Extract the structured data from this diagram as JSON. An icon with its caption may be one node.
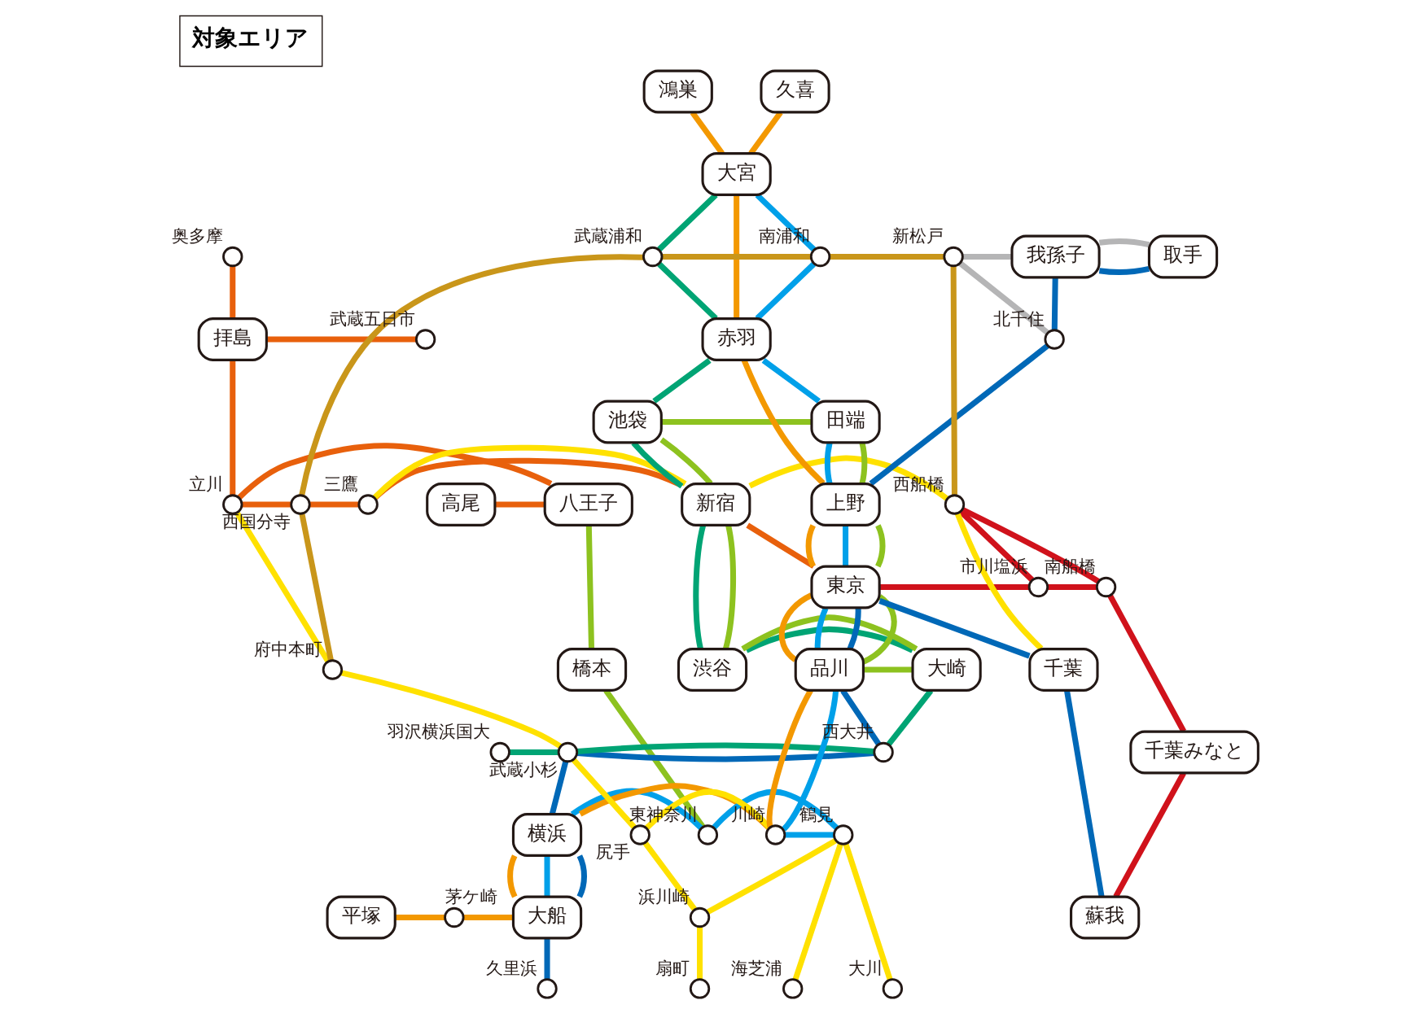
{
  "diagram": {
    "title": "対象エリア",
    "nodes": [
      {
        "text": [
          "鴻巣"
        ]
      },
      {
        "text": [
          "久喜"
        ]
      },
      {
        "text": [
          "大宮"
        ]
      },
      {
        "text": [
          "取手"
        ]
      },
      {
        "text": [],
        "shape": "circle",
        "beside": [
          "武蔵浦和"
        ]
      },
      {
        "text": [],
        "shape": "circle",
        "beside": [
          "南浦和"
        ]
      },
      {
        "text": [
          "我孫子"
        ]
      },
      {
        "text": [],
        "shape": "circle",
        "beside": [
          "奥多摩"
        ]
      },
      {
        "text": [],
        "shape": "circle",
        "beside": [
          "新松戸"
        ]
      },
      {
        "text": [
          "赤羽"
        ]
      },
      {
        "text": [],
        "shape": "circle",
        "beside": [
          "北千住"
        ]
      },
      {
        "text": [
          "拝島"
        ]
      },
      {
        "text": [],
        "shape": "circle",
        "beside": [
          "武蔵五日市"
        ]
      },
      {
        "text": [
          "池袋"
        ]
      },
      {
        "text": [
          "田端"
        ]
      },
      {
        "text": [
          "上野"
        ]
      },
      {
        "text": [],
        "shape": "circle",
        "beside": [
          "西国分寺"
        ]
      },
      {
        "text": [
          "高尾"
        ]
      },
      {
        "text": [
          "八王子"
        ]
      },
      {
        "text": [],
        "shape": "circle",
        "beside": [
          "立川"
        ]
      },
      {
        "text": [
          "新宿"
        ]
      },
      {
        "text": [],
        "shape": "circle",
        "beside": [
          "三鷹"
        ]
      },
      {
        "text": [],
        "shape": "circle",
        "beside": [
          "西船橋"
        ]
      },
      {
        "text": [
          "東京"
        ]
      },
      {
        "text": [],
        "shape": "circle",
        "beside": [
          "市川塩浜"
        ]
      },
      {
        "text": [],
        "shape": "circle",
        "beside": [
          "南船橋"
        ]
      },
      {
        "text": [
          "渋谷"
        ]
      },
      {
        "text": [],
        "shape": "circle",
        "beside": [
          "府中本町"
        ]
      },
      {
        "text": [
          "品川"
        ]
      },
      {
        "text": [
          "橋本"
        ]
      },
      {
        "text": [
          "千葉"
        ]
      },
      {
        "text": [
          "大崎"
        ]
      },
      {
        "text": [],
        "shape": "circle",
        "beside": [
          "羽沢横浜国大"
        ]
      },
      {
        "text": [],
        "shape": "circle",
        "beside": [
          "武蔵小杉"
        ]
      },
      {
        "text": [],
        "shape": "circle",
        "beside": [
          "西大井"
        ]
      },
      {
        "text": [
          "千葉みなと"
        ]
      },
      {
        "text": [],
        "shape": "circle",
        "beside": [
          "尻手"
        ]
      },
      {
        "text": [],
        "shape": "circle",
        "beside": [
          "鶴見"
        ]
      },
      {
        "text": [
          "横浜"
        ]
      },
      {
        "text": [],
        "shape": "circle",
        "beside": [
          "川崎"
        ]
      },
      {
        "text": [],
        "shape": "circle",
        "beside": [
          "東神奈川"
        ]
      },
      {
        "text": [
          "蘇我"
        ]
      },
      {
        "text": [
          "平塚"
        ]
      },
      {
        "text": [
          "大船"
        ]
      },
      {
        "text": [],
        "shape": "circle",
        "beside": [
          "茅ケ崎"
        ]
      },
      {
        "text": [],
        "shape": "circle",
        "beside": [
          "浜川崎"
        ]
      },
      {
        "text": [],
        "shape": "circle",
        "beside": [
          "海芝浦"
        ]
      },
      {
        "text": [],
        "shape": "circle",
        "beside": [
          "大川"
        ]
      },
      {
        "text": [],
        "shape": "circle",
        "beside": [
          "扇町"
        ]
      },
      {
        "text": [],
        "shape": "circle",
        "beside": [
          "久里浜"
        ]
      }
    ],
    "edges": [
      {
        "from": 0,
        "to": 2,
        "arrow": "none",
        "color": "#f39800"
      },
      {
        "from": 1,
        "to": 2,
        "arrow": "none",
        "color": "#f39800"
      },
      {
        "from": 2,
        "to": 9,
        "arrow": "none",
        "color": "#f39800"
      },
      {
        "from": 9,
        "to": 15,
        "arrow": "none",
        "color": "#f39800"
      },
      {
        "from": 15,
        "to": 23,
        "arrow": "none",
        "color": "#f39800"
      },
      {
        "from": 23,
        "to": 28,
        "arrow": "none",
        "color": "#f39800"
      },
      {
        "from": 28,
        "to": 39,
        "arrow": "none",
        "color": "#f39800"
      },
      {
        "from": 38,
        "to": 39,
        "arrow": "none",
        "color": "#f39800"
      },
      {
        "from": 38,
        "to": 43,
        "arrow": "none",
        "color": "#f39800"
      },
      {
        "from": 44,
        "to": 43,
        "arrow": "none",
        "color": "#f39800"
      },
      {
        "from": 42,
        "to": 44,
        "arrow": "none",
        "color": "#f39800"
      },
      {
        "from": 2,
        "to": 5,
        "arrow": "none",
        "color": "#00a0e9"
      },
      {
        "from": 5,
        "to": 9,
        "arrow": "none",
        "color": "#00a0e9"
      },
      {
        "from": 9,
        "to": 14,
        "arrow": "none",
        "color": "#00a0e9"
      },
      {
        "from": 14,
        "to": 15,
        "arrow": "none",
        "color": "#00a0e9"
      },
      {
        "from": 15,
        "to": 23,
        "arrow": "none",
        "color": "#00a0e9"
      },
      {
        "from": 23,
        "to": 28,
        "arrow": "none",
        "color": "#00a0e9"
      },
      {
        "from": 28,
        "to": 39,
        "arrow": "none",
        "color": "#00a0e9"
      },
      {
        "from": 37,
        "to": 39,
        "arrow": "none",
        "color": "#00a0e9"
      },
      {
        "from": 40,
        "to": 37,
        "arrow": "none",
        "color": "#00a0e9"
      },
      {
        "from": 38,
        "to": 40,
        "arrow": "none",
        "color": "#00a0e9"
      },
      {
        "from": 38,
        "to": 43,
        "arrow": "none",
        "color": "#00a0e9"
      },
      {
        "from": 6,
        "to": 3,
        "arrow": "none",
        "color": "#0068b7"
      },
      {
        "from": 6,
        "to": 10,
        "arrow": "none",
        "color": "#0068b7"
      },
      {
        "from": 10,
        "to": 15,
        "arrow": "none",
        "color": "#0068b7"
      },
      {
        "from": 23,
        "to": 28,
        "arrow": "none",
        "color": "#0068b7"
      },
      {
        "from": 28,
        "to": 34,
        "arrow": "none",
        "color": "#0068b7"
      },
      {
        "from": 33,
        "to": 34,
        "arrow": "none",
        "color": "#0068b7"
      },
      {
        "from": 33,
        "to": 38,
        "arrow": "none",
        "color": "#0068b7"
      },
      {
        "from": 38,
        "to": 43,
        "arrow": "none",
        "color": "#0068b7"
      },
      {
        "from": 43,
        "to": 49,
        "arrow": "none",
        "color": "#0068b7"
      },
      {
        "from": 23,
        "to": 30,
        "arrow": "none",
        "color": "#0068b7"
      },
      {
        "from": 30,
        "to": 41,
        "arrow": "none",
        "color": "#0068b7"
      },
      {
        "from": 6,
        "to": 3,
        "arrow": "none",
        "color": "#b5b5b6"
      },
      {
        "from": 8,
        "to": 6,
        "arrow": "none",
        "color": "#b5b5b6"
      },
      {
        "from": 8,
        "to": 10,
        "arrow": "none",
        "color": "#b5b5b6"
      },
      {
        "from": 2,
        "to": 4,
        "arrow": "none",
        "color": "#00a474"
      },
      {
        "from": 4,
        "to": 9,
        "arrow": "none",
        "color": "#00a474"
      },
      {
        "from": 9,
        "to": 13,
        "arrow": "none",
        "color": "#00a474"
      },
      {
        "from": 13,
        "to": 20,
        "arrow": "none",
        "color": "#00a474"
      },
      {
        "from": 20,
        "to": 26,
        "arrow": "none",
        "color": "#00a474"
      },
      {
        "from": 26,
        "to": 31,
        "arrow": "none",
        "color": "#00a474"
      },
      {
        "from": 31,
        "to": 34,
        "arrow": "none",
        "color": "#00a474"
      },
      {
        "from": 33,
        "to": 34,
        "arrow": "none",
        "color": "#00a474"
      },
      {
        "from": 32,
        "to": 33,
        "arrow": "none",
        "color": "#00a474"
      },
      {
        "from": 13,
        "to": 14,
        "arrow": "none",
        "color": "#8dc21f"
      },
      {
        "from": 14,
        "to": 15,
        "arrow": "none",
        "color": "#8dc21f"
      },
      {
        "from": 15,
        "to": 23,
        "arrow": "none",
        "color": "#8dc21f"
      },
      {
        "from": 23,
        "to": 28,
        "arrow": "none",
        "color": "#8dc21f"
      },
      {
        "from": 31,
        "to": 28,
        "arrow": "none",
        "color": "#8dc21f"
      },
      {
        "from": 13,
        "to": 20,
        "arrow": "none",
        "color": "#8dc21f"
      },
      {
        "from": 20,
        "to": 26,
        "arrow": "none",
        "color": "#8dc21f"
      },
      {
        "from": 26,
        "to": 31,
        "arrow": "none",
        "color": "#8dc21f"
      },
      {
        "from": 18,
        "to": 29,
        "arrow": "none",
        "color": "#8dc21f"
      },
      {
        "from": 29,
        "to": 40,
        "arrow": "none",
        "color": "#8dc21f"
      },
      {
        "from": 7,
        "to": 11,
        "arrow": "none",
        "color": "#e8600c"
      },
      {
        "from": 12,
        "to": 11,
        "arrow": "none",
        "color": "#e8600c"
      },
      {
        "from": 11,
        "to": 19,
        "arrow": "none",
        "color": "#e8600c"
      },
      {
        "from": 17,
        "to": 18,
        "arrow": "none",
        "color": "#e8600c"
      },
      {
        "from": 18,
        "to": 19,
        "arrow": "none",
        "color": "#e8600c"
      },
      {
        "from": 19,
        "to": 16,
        "arrow": "none",
        "color": "#e8600c"
      },
      {
        "from": 16,
        "to": 21,
        "arrow": "none",
        "color": "#e8600c"
      },
      {
        "from": 21,
        "to": 20,
        "arrow": "none",
        "color": "#e8600c"
      },
      {
        "from": 20,
        "to": 23,
        "arrow": "none",
        "color": "#e8600c"
      },
      {
        "from": 21,
        "to": 20,
        "arrow": "none",
        "color": "#ffe100"
      },
      {
        "from": 20,
        "to": 22,
        "arrow": "none",
        "color": "#ffe100"
      },
      {
        "from": 22,
        "to": 30,
        "arrow": "none",
        "color": "#ffe100"
      },
      {
        "from": 19,
        "to": 27,
        "arrow": "none",
        "color": "#ffe100"
      },
      {
        "from": 27,
        "to": 33,
        "arrow": "none",
        "color": "#ffe100"
      },
      {
        "from": 33,
        "to": 36,
        "arrow": "none",
        "color": "#ffe100"
      },
      {
        "from": 36,
        "to": 39,
        "arrow": "none",
        "color": "#ffe100"
      },
      {
        "from": 36,
        "to": 45,
        "arrow": "none",
        "color": "#ffe100"
      },
      {
        "from": 45,
        "to": 48,
        "arrow": "none",
        "color": "#ffe100"
      },
      {
        "from": 37,
        "to": 46,
        "arrow": "none",
        "color": "#ffe100"
      },
      {
        "from": 37,
        "to": 45,
        "arrow": "none",
        "color": "#ffe100"
      },
      {
        "from": 37,
        "to": 47,
        "arrow": "none",
        "color": "#ffe100"
      },
      {
        "from": 16,
        "to": 27,
        "arrow": "none",
        "color": "#c9961a"
      },
      {
        "from": 4,
        "to": 16,
        "arrow": "none",
        "color": "#c9961a"
      },
      {
        "from": 4,
        "to": 5,
        "arrow": "none",
        "color": "#c9961a"
      },
      {
        "from": 5,
        "to": 8,
        "arrow": "none",
        "color": "#c9961a"
      },
      {
        "from": 8,
        "to": 22,
        "arrow": "none",
        "color": "#c9961a"
      },
      {
        "from": 23,
        "to": 24,
        "arrow": "none",
        "color": "#d0121b"
      },
      {
        "from": 22,
        "to": 24,
        "arrow": "none",
        "color": "#d0121b"
      },
      {
        "from": 24,
        "to": 25,
        "arrow": "none",
        "color": "#d0121b"
      },
      {
        "from": 22,
        "to": 25,
        "arrow": "none",
        "color": "#d0121b"
      },
      {
        "from": 25,
        "to": 35,
        "arrow": "none",
        "color": "#d0121b"
      },
      {
        "from": 35,
        "to": 41,
        "arrow": "none",
        "color": "#d0121b"
      }
    ]
  }
}
